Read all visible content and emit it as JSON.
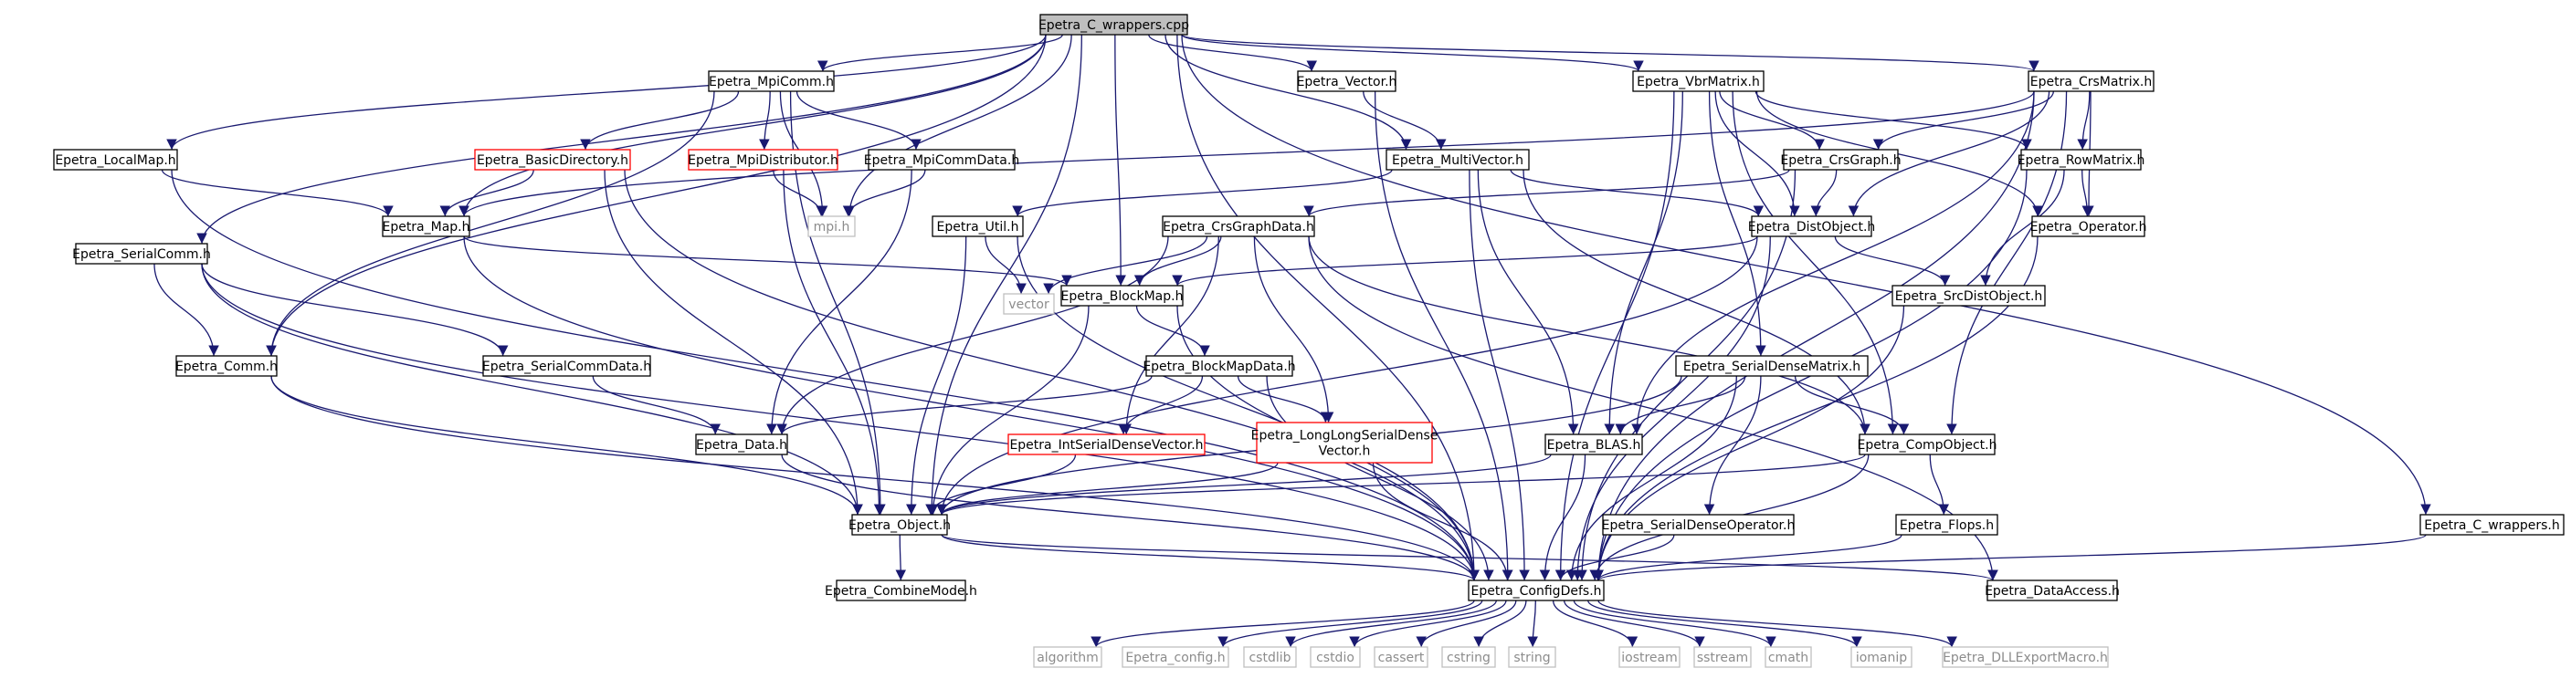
{
  "diagram": {
    "nodes": [
      {
        "id": "root",
        "label": "Epetra_C_wrappers.cpp",
        "style": "root"
      },
      {
        "id": "mpicomm",
        "label": "Epetra_MpiComm.h",
        "style": "normal"
      },
      {
        "id": "vector",
        "label": "Epetra_Vector.h",
        "style": "normal"
      },
      {
        "id": "vbr",
        "label": "Epetra_VbrMatrix.h",
        "style": "normal"
      },
      {
        "id": "crsmat",
        "label": "Epetra_CrsMatrix.h",
        "style": "normal"
      },
      {
        "id": "localmap",
        "label": "Epetra_LocalMap.h",
        "style": "normal"
      },
      {
        "id": "basicdir",
        "label": "Epetra_BasicDirectory.h",
        "style": "red"
      },
      {
        "id": "mpidist",
        "label": "Epetra_MpiDistributor.h",
        "style": "red"
      },
      {
        "id": "mpicommdata",
        "label": "Epetra_MpiCommData.h",
        "style": "normal"
      },
      {
        "id": "multivec",
        "label": "Epetra_MultiVector.h",
        "style": "normal"
      },
      {
        "id": "crsgraph",
        "label": "Epetra_CrsGraph.h",
        "style": "normal"
      },
      {
        "id": "rowmat",
        "label": "Epetra_RowMatrix.h",
        "style": "normal"
      },
      {
        "id": "map",
        "label": "Epetra_Map.h",
        "style": "normal"
      },
      {
        "id": "mpi",
        "label": "mpi.h",
        "style": "gray"
      },
      {
        "id": "util",
        "label": "Epetra_Util.h",
        "style": "normal"
      },
      {
        "id": "crsgraphdata",
        "label": "Epetra_CrsGraphData.h",
        "style": "normal"
      },
      {
        "id": "distobj",
        "label": "Epetra_DistObject.h",
        "style": "normal"
      },
      {
        "id": "operator",
        "label": "Epetra_Operator.h",
        "style": "normal"
      },
      {
        "id": "serialcomm",
        "label": "Epetra_SerialComm.h",
        "style": "normal"
      },
      {
        "id": "vectorstd",
        "label": "vector",
        "style": "gray"
      },
      {
        "id": "blockmap",
        "label": "Epetra_BlockMap.h",
        "style": "normal"
      },
      {
        "id": "srcdist",
        "label": "Epetra_SrcDistObject.h",
        "style": "normal"
      },
      {
        "id": "comm",
        "label": "Epetra_Comm.h",
        "style": "normal"
      },
      {
        "id": "serialcommdata",
        "label": "Epetra_SerialCommData.h",
        "style": "normal"
      },
      {
        "id": "blockmapdata",
        "label": "Epetra_BlockMapData.h",
        "style": "normal"
      },
      {
        "id": "sdm",
        "label": "Epetra_SerialDenseMatrix.h",
        "style": "normal"
      },
      {
        "id": "data",
        "label": "Epetra_Data.h",
        "style": "normal"
      },
      {
        "id": "intsdv",
        "label": "Epetra_IntSerialDenseVector.h",
        "style": "red"
      },
      {
        "id": "llsdv",
        "label": "Epetra_LongLongSerialDense|Vector.h",
        "style": "red"
      },
      {
        "id": "blas",
        "label": "Epetra_BLAS.h",
        "style": "normal"
      },
      {
        "id": "compobj",
        "label": "Epetra_CompObject.h",
        "style": "normal"
      },
      {
        "id": "object",
        "label": "Epetra_Object.h",
        "style": "normal"
      },
      {
        "id": "sdo",
        "label": "Epetra_SerialDenseOperator.h",
        "style": "normal"
      },
      {
        "id": "flops",
        "label": "Epetra_Flops.h",
        "style": "normal"
      },
      {
        "id": "cwrap",
        "label": "Epetra_C_wrappers.h",
        "style": "normal"
      },
      {
        "id": "combine",
        "label": "Epetra_CombineMode.h",
        "style": "normal"
      },
      {
        "id": "config",
        "label": "Epetra_ConfigDefs.h",
        "style": "normal"
      },
      {
        "id": "dataaccess",
        "label": "Epetra_DataAccess.h",
        "style": "normal"
      },
      {
        "id": "algorithm",
        "label": "algorithm",
        "style": "gray"
      },
      {
        "id": "epconfig",
        "label": "Epetra_config.h",
        "style": "gray"
      },
      {
        "id": "cstdlib",
        "label": "cstdlib",
        "style": "gray"
      },
      {
        "id": "cstdio",
        "label": "cstdio",
        "style": "gray"
      },
      {
        "id": "cassert",
        "label": "cassert",
        "style": "gray"
      },
      {
        "id": "cstring",
        "label": "cstring",
        "style": "gray"
      },
      {
        "id": "string",
        "label": "string",
        "style": "gray"
      },
      {
        "id": "iostream",
        "label": "iostream",
        "style": "gray"
      },
      {
        "id": "sstream",
        "label": "sstream",
        "style": "gray"
      },
      {
        "id": "cmath",
        "label": "cmath",
        "style": "gray"
      },
      {
        "id": "iomanip",
        "label": "iomanip",
        "style": "gray"
      },
      {
        "id": "dllexport",
        "label": "Epetra_DLLExportMacro.h",
        "style": "gray"
      }
    ],
    "edges": [
      [
        "root",
        "mpicomm"
      ],
      [
        "root",
        "vector"
      ],
      [
        "root",
        "vbr"
      ],
      [
        "root",
        "crsmat"
      ],
      [
        "root",
        "localmap"
      ],
      [
        "root",
        "map"
      ],
      [
        "root",
        "mpi"
      ],
      [
        "root",
        "serialcomm"
      ],
      [
        "root",
        "blockmap"
      ],
      [
        "root",
        "comm"
      ],
      [
        "root",
        "object"
      ],
      [
        "root",
        "config"
      ],
      [
        "root",
        "cwrap"
      ],
      [
        "root",
        "multivec"
      ],
      [
        "mpicomm",
        "basicdir"
      ],
      [
        "mpicomm",
        "mpidist"
      ],
      [
        "mpicomm",
        "mpicommdata"
      ],
      [
        "mpicomm",
        "mpi"
      ],
      [
        "mpicomm",
        "comm"
      ],
      [
        "mpicomm",
        "object"
      ],
      [
        "vector",
        "multivec"
      ],
      [
        "vector",
        "config"
      ],
      [
        "vbr",
        "crsgraph"
      ],
      [
        "vbr",
        "distobj"
      ],
      [
        "vbr",
        "rowmat"
      ],
      [
        "vbr",
        "operator"
      ],
      [
        "vbr",
        "blas"
      ],
      [
        "vbr",
        "sdm"
      ],
      [
        "vbr",
        "compobj"
      ],
      [
        "vbr",
        "config"
      ],
      [
        "crsmat",
        "crsgraph"
      ],
      [
        "crsmat",
        "rowmat"
      ],
      [
        "crsmat",
        "distobj"
      ],
      [
        "crsmat",
        "operator"
      ],
      [
        "crsmat",
        "blas"
      ],
      [
        "crsmat",
        "compobj"
      ],
      [
        "crsmat",
        "map"
      ],
      [
        "crsmat",
        "config"
      ],
      [
        "localmap",
        "map"
      ],
      [
        "localmap",
        "config"
      ],
      [
        "basicdir",
        "map"
      ],
      [
        "basicdir",
        "object"
      ],
      [
        "basicdir",
        "config"
      ],
      [
        "mpidist",
        "mpi"
      ],
      [
        "mpidist",
        "object"
      ],
      [
        "mpicommdata",
        "mpi"
      ],
      [
        "mpicommdata",
        "data"
      ],
      [
        "multivec",
        "distobj"
      ],
      [
        "multivec",
        "blas"
      ],
      [
        "multivec",
        "compobj"
      ],
      [
        "multivec",
        "util"
      ],
      [
        "multivec",
        "config"
      ],
      [
        "crsgraph",
        "distobj"
      ],
      [
        "crsgraph",
        "crsgraphdata"
      ],
      [
        "crsgraph",
        "config"
      ],
      [
        "rowmat",
        "operator"
      ],
      [
        "rowmat",
        "srcdist"
      ],
      [
        "rowmat",
        "config"
      ],
      [
        "map",
        "blockmap"
      ],
      [
        "map",
        "config"
      ],
      [
        "util",
        "vectorstd"
      ],
      [
        "util",
        "object"
      ],
      [
        "util",
        "config"
      ],
      [
        "crsgraphdata",
        "vectorstd"
      ],
      [
        "crsgraphdata",
        "blockmap"
      ],
      [
        "crsgraphdata",
        "data"
      ],
      [
        "crsgraphdata",
        "intsdv"
      ],
      [
        "crsgraphdata",
        "llsdv"
      ],
      [
        "crsgraphdata",
        "compobj"
      ],
      [
        "crsgraphdata",
        "dataaccess"
      ],
      [
        "distobj",
        "blockmap"
      ],
      [
        "distobj",
        "srcdist"
      ],
      [
        "distobj",
        "object"
      ],
      [
        "distobj",
        "config"
      ],
      [
        "operator",
        "config"
      ],
      [
        "serialcomm",
        "comm"
      ],
      [
        "serialcomm",
        "serialcommdata"
      ],
      [
        "serialcomm",
        "object"
      ],
      [
        "serialcomm",
        "config"
      ],
      [
        "blockmap",
        "blockmapdata"
      ],
      [
        "blockmap",
        "object"
      ],
      [
        "blockmap",
        "config"
      ],
      [
        "srcdist",
        "config"
      ],
      [
        "comm",
        "object"
      ],
      [
        "comm",
        "config"
      ],
      [
        "serialcommdata",
        "data"
      ],
      [
        "blockmapdata",
        "data"
      ],
      [
        "blockmapdata",
        "intsdv"
      ],
      [
        "blockmapdata",
        "llsdv"
      ],
      [
        "blockmapdata",
        "config"
      ],
      [
        "sdm",
        "blas"
      ],
      [
        "sdm",
        "compobj"
      ],
      [
        "sdm",
        "sdo"
      ],
      [
        "sdm",
        "object"
      ],
      [
        "sdm",
        "config"
      ],
      [
        "data",
        "config"
      ],
      [
        "intsdv",
        "object"
      ],
      [
        "llsdv",
        "object"
      ],
      [
        "llsdv",
        "config"
      ],
      [
        "blas",
        "object"
      ],
      [
        "blas",
        "config"
      ],
      [
        "compobj",
        "object"
      ],
      [
        "compobj",
        "flops"
      ],
      [
        "compobj",
        "config"
      ],
      [
        "object",
        "combine"
      ],
      [
        "object",
        "config"
      ],
      [
        "object",
        "dataaccess"
      ],
      [
        "sdo",
        "config"
      ],
      [
        "flops",
        "config"
      ],
      [
        "cwrap",
        "config"
      ],
      [
        "config",
        "algorithm"
      ],
      [
        "config",
        "epconfig"
      ],
      [
        "config",
        "cstdlib"
      ],
      [
        "config",
        "cstdio"
      ],
      [
        "config",
        "cassert"
      ],
      [
        "config",
        "cstring"
      ],
      [
        "config",
        "string"
      ],
      [
        "config",
        "iostream"
      ],
      [
        "config",
        "sstream"
      ],
      [
        "config",
        "cmath"
      ],
      [
        "config",
        "iomanip"
      ],
      [
        "config",
        "dllexport"
      ]
    ]
  },
  "colors": {
    "edge": "#191970",
    "border_normal": "#000000",
    "border_red": "#ff0000",
    "border_gray": "#bfbfbf",
    "text_gray": "#8c8c8c",
    "root_fill": "#bfbfbf"
  }
}
